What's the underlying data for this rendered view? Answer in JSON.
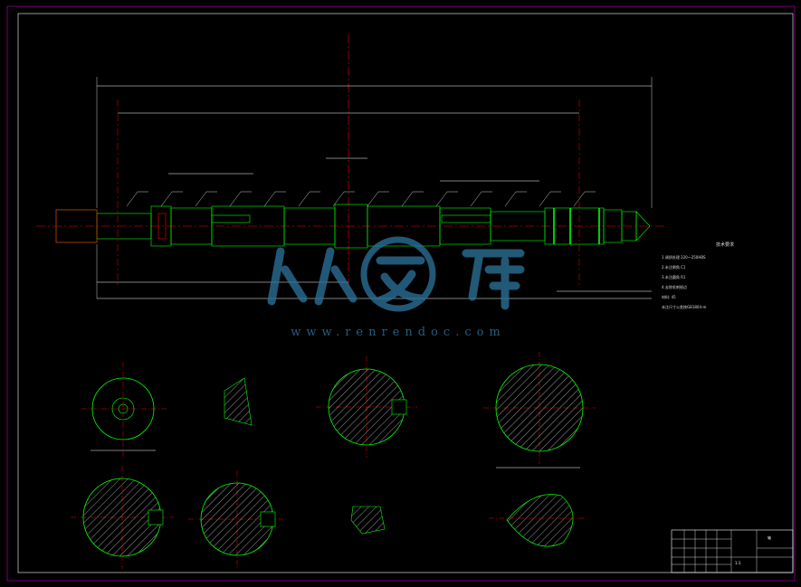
{
  "drawing": {
    "type": "CAD shaft drawing",
    "watermark_site": "www.renrendoc.com",
    "watermark_logo": "人人文库",
    "colors": {
      "background": "#000000",
      "frame": "#c000c0",
      "outline": "#00ff00",
      "centerline": "#ff0000",
      "dimension": "#ffffff",
      "watermark": "#2b6f95"
    }
  },
  "notes": {
    "title": "技术要求",
    "lines": [
      "1.调质处理 220～250HBS",
      "2.未注倒角 C1",
      "3.未注圆角 R1",
      "4.去除毛刺锐边",
      "材料: 45",
      "未注尺寸公差按GB1804-m"
    ]
  },
  "title_block": {
    "title": "轴",
    "scale": "1:1"
  }
}
